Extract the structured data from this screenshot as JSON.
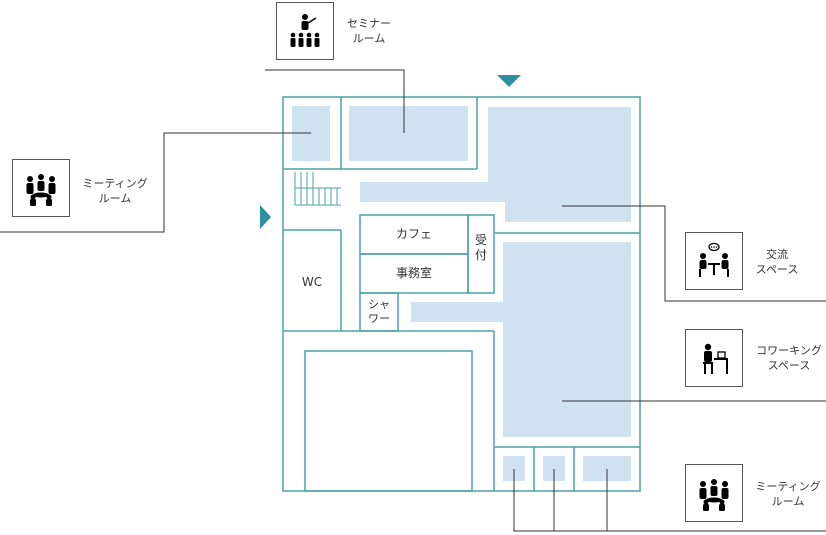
{
  "colors": {
    "wall": "#4aa3a8",
    "zone": "#cfe2f0",
    "line": "#333333",
    "arrow": "#2e8fa0"
  },
  "rooms": {
    "cafe": "カフェ",
    "office": "事務室",
    "reception": "受付",
    "shower": "シャワー",
    "wc": "WC"
  },
  "callouts": {
    "seminar": {
      "line1": "セミナー",
      "line2": "ルーム",
      "icon": "seminar-presenter-icon"
    },
    "meeting_left": {
      "line1": "ミーティング",
      "line2": "ルーム",
      "icon": "meeting-group-icon"
    },
    "lounge": {
      "line1": "交流",
      "line2": "スペース",
      "icon": "conversation-icon"
    },
    "coworking": {
      "line1": "コワーキング",
      "line2": "スペース",
      "icon": "desk-worker-icon"
    },
    "meeting_right": {
      "line1": "ミーティング",
      "line2": "ルーム",
      "icon": "meeting-group-icon"
    }
  }
}
